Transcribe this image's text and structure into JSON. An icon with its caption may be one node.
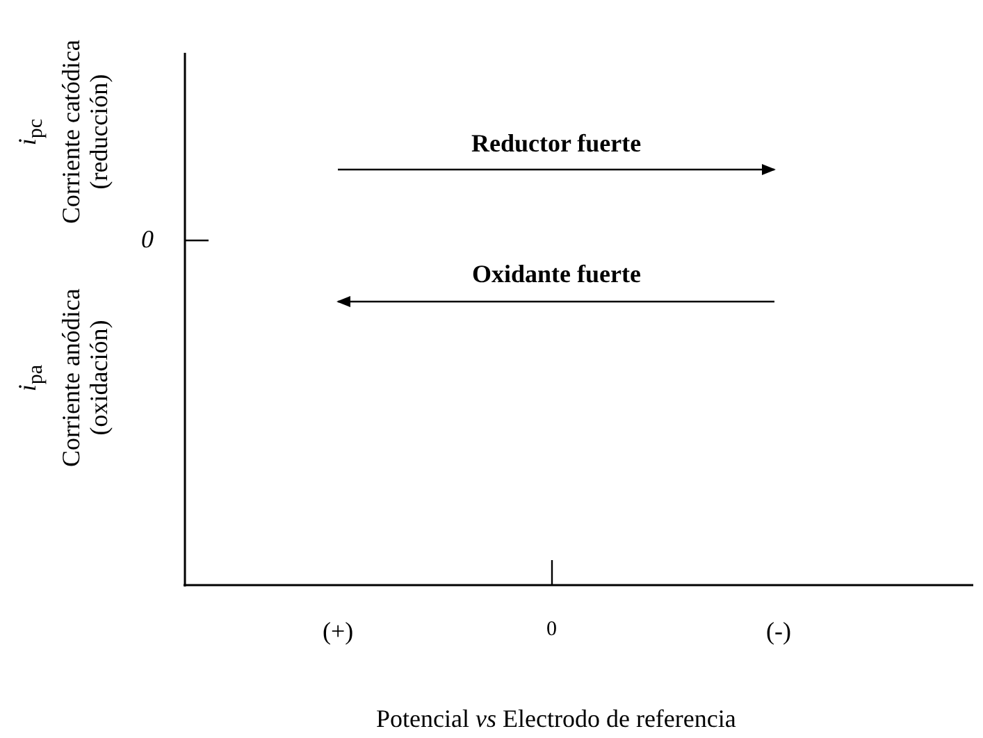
{
  "diagram": {
    "labels": [
      "*i*$_{pc}$",
      "Corriente catódica (reducción)",
      "0",
      "*i*$_{pa}$",
      "Corriente anódica (oxidación)",
      "Reductor fuerte",
      "Oxidante fuerte",
      "(+)",
      "0",
      "(-)",
      "Potencial *vs* Electrodo de referencia"
    ]
  }
}
